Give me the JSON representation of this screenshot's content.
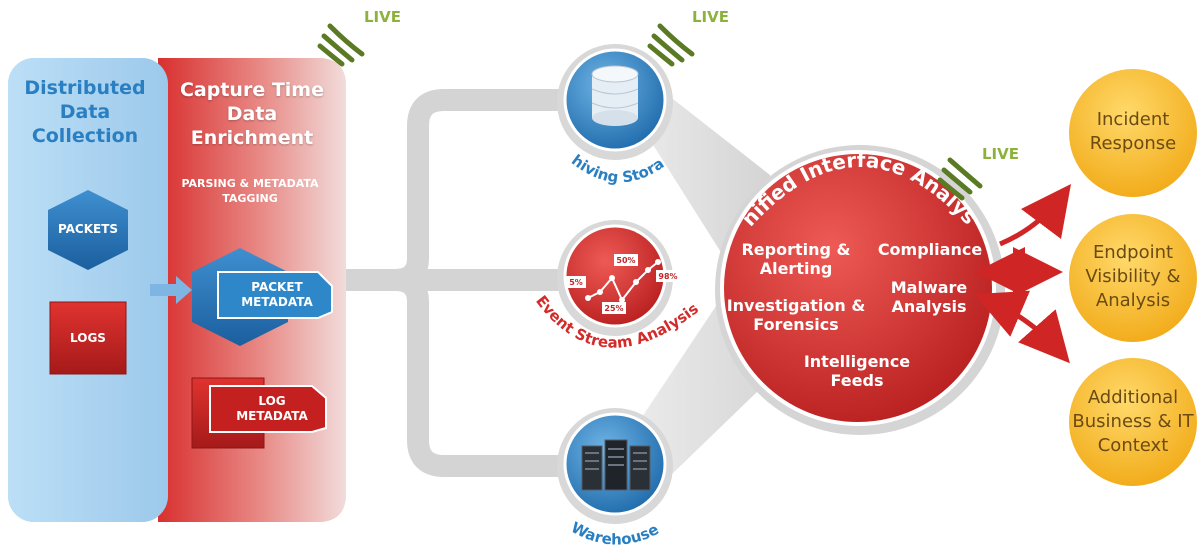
{
  "collection": {
    "title": "Distributed Data Collection"
  },
  "enrichment": {
    "title": "Capture Time Data Enrichment",
    "subtitle": "PARSING & METADATA TAGGING"
  },
  "sources": {
    "packets": "PACKETS",
    "logs": "LOGS"
  },
  "metadata": {
    "packet": "PACKET METADATA",
    "log": "LOG METADATA"
  },
  "live_badge": "LIVE",
  "nodes": {
    "archiving": "Archiving Storage",
    "event_stream": "Event Stream Analysis",
    "warehouse": "Warehouse"
  },
  "event_chart": {
    "values": [
      "5%",
      "50%",
      "25%",
      "98%"
    ]
  },
  "core": {
    "title": "Unified Interface Analysis",
    "items": {
      "reporting": "Reporting & Alerting",
      "compliance": "Compliance",
      "investigation": "Investigation & Forensics",
      "malware": "Malware Analysis",
      "intelligence": "Intelligence Feeds"
    }
  },
  "outputs": {
    "incident": "Incident Response",
    "endpoint": "Endpoint Visibility & Analysis",
    "business": "Additional Business & IT Context"
  },
  "colors": {
    "blue": "#2a7fc2",
    "red": "#d8302f",
    "gold": "#f6bd2a",
    "live": "#8db13d",
    "connector": "#d2d2d2"
  }
}
